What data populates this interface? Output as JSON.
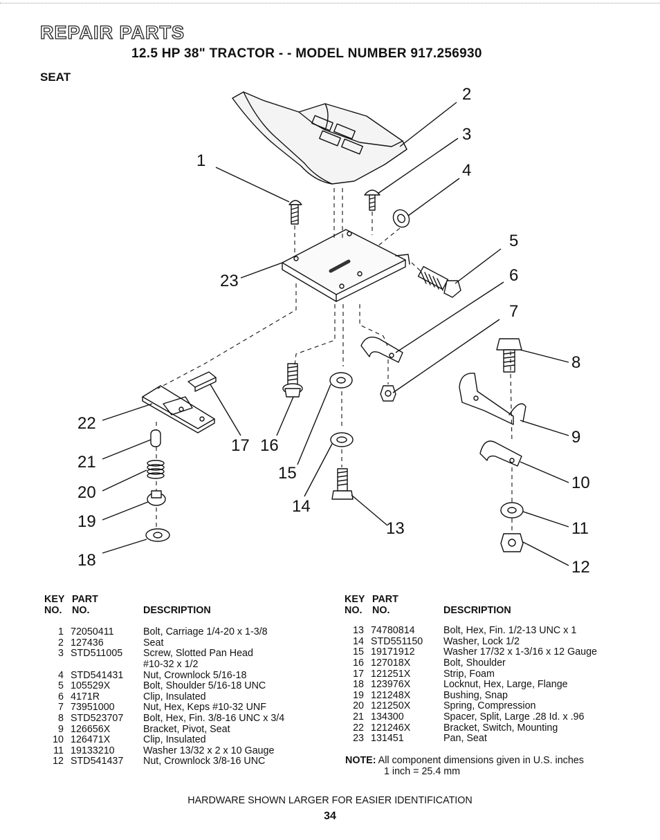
{
  "header": {
    "title": "REPAIR PARTS",
    "subtitle": "12.5 HP 38\" TRACTOR - - MODEL NUMBER 917.256930",
    "section": "SEAT"
  },
  "diagram": {
    "callouts": [
      "1",
      "2",
      "3",
      "4",
      "5",
      "6",
      "7",
      "8",
      "9",
      "10",
      "11",
      "12",
      "13",
      "14",
      "15",
      "16",
      "17",
      "18",
      "19",
      "20",
      "21",
      "22",
      "23"
    ]
  },
  "table_headers": {
    "key": "KEY",
    "no": "NO.",
    "part": "PART",
    "part_no": "NO.",
    "description": "DESCRIPTION"
  },
  "parts_left": [
    {
      "key": "1",
      "part": "72050411",
      "desc": "Bolt, Carriage  1/4-20 x 1-3/8"
    },
    {
      "key": "2",
      "part": "127436",
      "desc": "Seat"
    },
    {
      "key": "3",
      "part": "STD511005",
      "desc": "Screw, Slotted Pan Head"
    },
    {
      "key": "",
      "part": "",
      "desc": "#10-32 x 1/2"
    },
    {
      "key": "4",
      "part": "STD541431",
      "desc": "Nut, Crownlock 5/16-18"
    },
    {
      "key": "5",
      "part": "105529X",
      "desc": "Bolt, Shoulder 5/16-18 UNC"
    },
    {
      "key": "6",
      "part": "4171R",
      "desc": "Clip, Insulated"
    },
    {
      "key": "7",
      "part": "73951000",
      "desc": "Nut, Hex, Keps #10-32 UNF"
    },
    {
      "key": "8",
      "part": "STD523707",
      "desc": "Bolt, Hex, Fin. 3/8-16 UNC x 3/4"
    },
    {
      "key": "9",
      "part": "126656X",
      "desc": "Bracket, Pivot, Seat"
    },
    {
      "key": "10",
      "part": "126471X",
      "desc": "Clip, Insulated"
    },
    {
      "key": "11",
      "part": "19133210",
      "desc": "Washer  13/32 x 2 x 10 Gauge"
    },
    {
      "key": "12",
      "part": "STD541437",
      "desc": "Nut, Crownlock 3/8-16 UNC"
    }
  ],
  "parts_right": [
    {
      "key": "13",
      "part": "74780814",
      "desc": "Bolt, Hex, Fin.  1/2-13 UNC x 1"
    },
    {
      "key": "14",
      "part": "STD551150",
      "desc": "Washer, Lock  1/2"
    },
    {
      "key": "15",
      "part": "19171912",
      "desc": "Washer  17/32 x 1-3/16 x 12 Gauge"
    },
    {
      "key": "16",
      "part": "127018X",
      "desc": "Bolt, Shoulder"
    },
    {
      "key": "17",
      "part": "121251X",
      "desc": "Strip, Foam"
    },
    {
      "key": "18",
      "part": "123976X",
      "desc": "Locknut, Hex, Large, Flange"
    },
    {
      "key": "19",
      "part": "121248X",
      "desc": "Bushing, Snap"
    },
    {
      "key": "20",
      "part": "121250X",
      "desc": "Spring, Compression"
    },
    {
      "key": "21",
      "part": "134300",
      "desc": "Spacer, Split, Large  .28 Id. x .96"
    },
    {
      "key": "22",
      "part": "121246X",
      "desc": "Bracket, Switch, Mounting"
    },
    {
      "key": "23",
      "part": "131451",
      "desc": "Pan, Seat"
    }
  ],
  "note": {
    "label": "NOTE:",
    "line1": "All component dimensions given in U.S. inches",
    "line2": "1 inch = 25.4 mm"
  },
  "footer": "HARDWARE SHOWN LARGER FOR EASIER IDENTIFICATION",
  "page_number": "34"
}
